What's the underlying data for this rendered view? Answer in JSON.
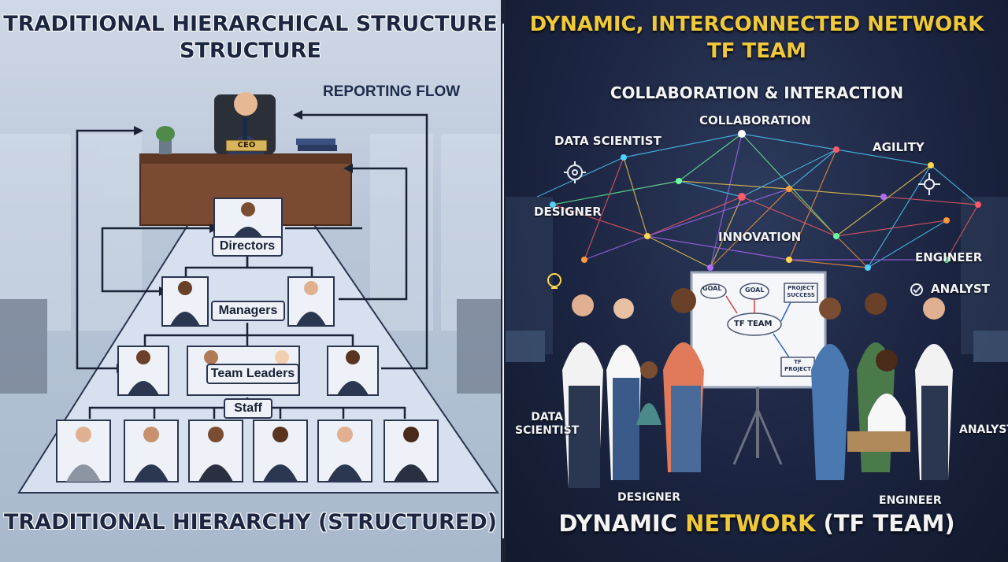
{
  "left_panel": {
    "title_line1": "TRADITIONAL HIERARCHICAL STRUCTURE",
    "title_line2": "STRUCTURE",
    "reporting_flow": "REPORTING FLOW",
    "ceo_label": "CEO",
    "levels": {
      "directors": "Directors",
      "managers": "Managers",
      "team_leaders": "Team Leaders",
      "staff": "Staff"
    },
    "footer": "TRADITIONAL HIERARCHY (STRUCTURED)"
  },
  "right_panel": {
    "title_line1": "DYNAMIC, INTERCONNECTED NETWORK",
    "title_line2": "TF TEAM",
    "subtitle": "COLLABORATION & INTERACTION",
    "network_labels": {
      "collaboration": "COLLABORATION",
      "data_scientist": "DATA SCIENTIST",
      "agility": "AGILITY",
      "designer": "DESIGNER",
      "innovation": "INNOVATION",
      "engineer": "ENGINEER",
      "analyst": "ANALYST"
    },
    "people_labels": {
      "data_scientist_l1": "DATA",
      "data_scientist_l2": "SCIENTIST",
      "designer": "DESIGNER",
      "engineer": "ENGINEER",
      "analyst": "ANALYST"
    },
    "whiteboard": {
      "goal_left": "GOAL",
      "goal_center": "GOAL",
      "project_success": "PROJECT SUCCESS",
      "center": "TF TEAM",
      "tf_project": "TF PROJECT"
    },
    "footer_white": "DYNAMIC ",
    "footer_yellow": "NETWORK",
    "footer_white2": " (TF TEAM)"
  },
  "colors": {
    "right_title": "#f0c93a",
    "left_text": "#1c2640",
    "node_colors": [
      "#ff5a6a",
      "#4fd1ff",
      "#ffd84a",
      "#b06bff",
      "#6bff9e",
      "#ff9a3c"
    ]
  }
}
